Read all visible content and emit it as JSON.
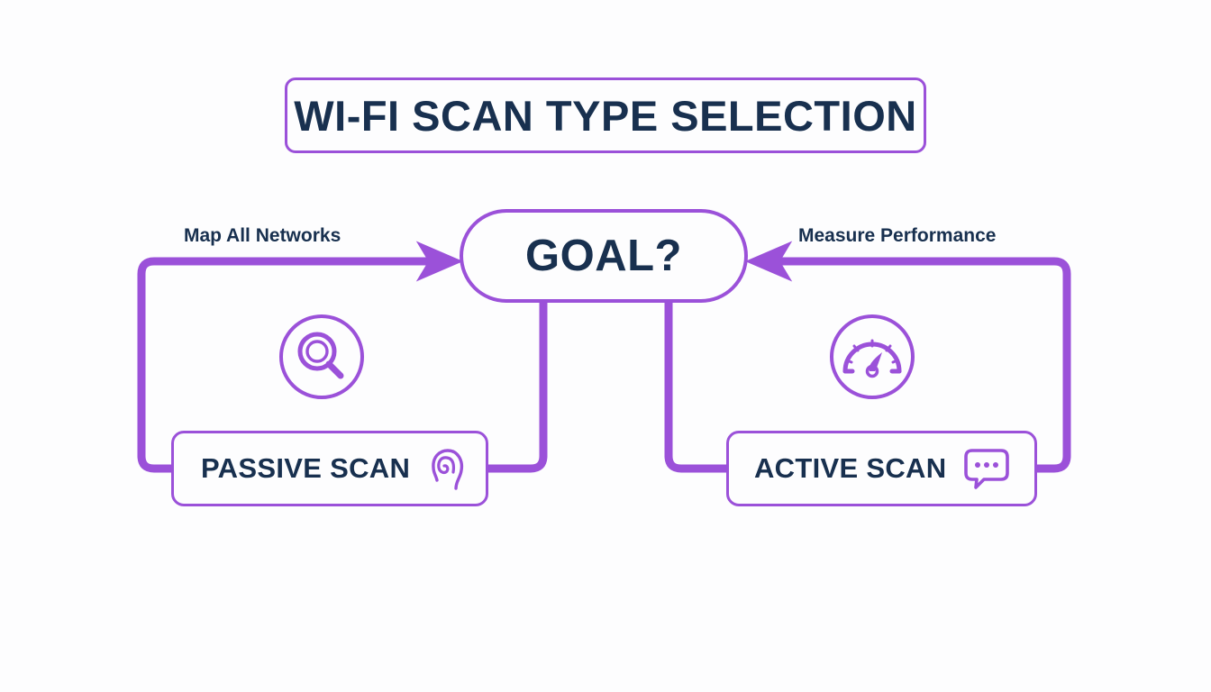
{
  "diagram": {
    "title": "WI-FI SCAN TYPE SELECTION",
    "type": "flowchart",
    "decision": {
      "label": "GOAL?",
      "shape": "pill"
    },
    "branches": [
      {
        "side": "left",
        "edge_label": "Map All Networks",
        "arrow_direction": "right",
        "glyph_icon": "magnifier-icon",
        "option_label": "PASSIVE SCAN",
        "option_icon": "ear-icon"
      },
      {
        "side": "right",
        "edge_label": "Measure Performance",
        "arrow_direction": "left",
        "glyph_icon": "gauge-icon",
        "option_label": "ACTIVE SCAN",
        "option_icon": "speech-bubble-icon"
      }
    ],
    "colors": {
      "accent_purple": "#9b51d9",
      "text_navy": "#18304f",
      "background": "#fdfdfe"
    }
  }
}
